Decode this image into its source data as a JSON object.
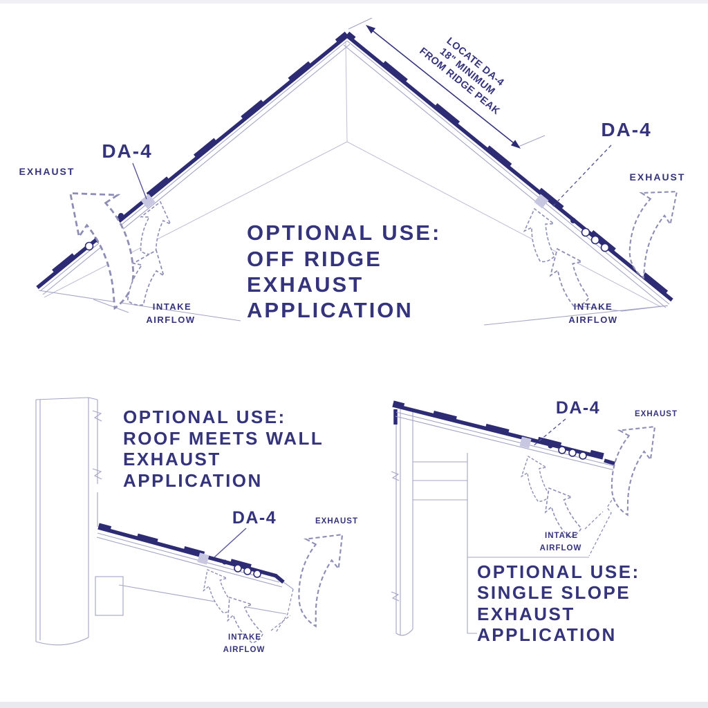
{
  "colors": {
    "ink": "#34337c",
    "roof_line": "#2c2b74",
    "light_line": "#a3a3c6",
    "vent_square": "#c7c7e2",
    "background": "#ffffff"
  },
  "off_ridge": {
    "title_lines": [
      "OPTIONAL USE:",
      "OFF RIDGE",
      "EXHAUST",
      "APPLICATION"
    ],
    "ridge_note_lines": [
      "LOCATE DA-4",
      "18\" MINIMUM",
      "FROM RIDGE PEAK"
    ],
    "left_vent_label": "DA-4",
    "right_vent_label": "DA-4",
    "left_exhaust_label": "EXHAUST",
    "right_exhaust_label": "EXHAUST",
    "left_intake_lines": [
      "INTAKE",
      "AIRFLOW"
    ],
    "right_intake_lines": [
      "INTAKE",
      "AIRFLOW"
    ]
  },
  "roof_meets_wall": {
    "title_lines": [
      "OPTIONAL USE:",
      "ROOF MEETS WALL",
      "EXHAUST",
      "APPLICATION"
    ],
    "vent_label": "DA-4",
    "exhaust_label": "EXHAUST",
    "intake_lines": [
      "INTAKE",
      "AIRFLOW"
    ]
  },
  "single_slope": {
    "title_lines": [
      "OPTIONAL USE:",
      "SINGLE SLOPE",
      "EXHAUST",
      "APPLICATION"
    ],
    "vent_label": "DA-4",
    "exhaust_label": "EXHAUST",
    "intake_lines": [
      "INTAKE",
      "AIRFLOW"
    ]
  }
}
